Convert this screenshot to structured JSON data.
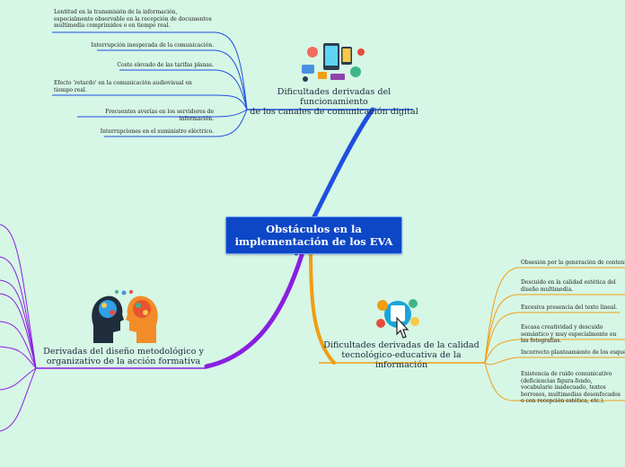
{
  "central": {
    "line1": "Obstáculos en la",
    "line2": "implementación de los EVA"
  },
  "branches": {
    "top_right": {
      "title_line1": "Dificultades derivadas del funcionamiento",
      "title_line2": "de los canales de comunicación digital",
      "color": "#1e4fe0",
      "leaves": [
        "Lentitud en la transmisión de la información, especialmente observable en la recepción de documentos multimedia comprimidos o en tiempo real.",
        "Interrupción inesperada de la comunicación.",
        "Coste elevado de las tarifas planas.",
        "Efecto 'retardo' en la comunicación audiovisual en tiempo real.",
        "Frecuentes averías en los servidores de información.",
        "Interrupciones en el suministro eléctrico."
      ]
    },
    "bottom_right": {
      "title_line1": "Dificultades derivadas de la calidad",
      "title_line2": "tecnológico-educativa de la información",
      "color": "#f29d12",
      "leaves": [
        "Obsesión por la generación de contenido",
        "Descuido en la calidad estética del diseño multimedia.",
        "Excesiva presencia del texto lineal.",
        "Escasa creatividad y descuido semántico y muy especialmente en las fotografías.",
        "Incorrecto planteamiento de los esquemas",
        "Existencia de ruido comunicativo (deficiencias figura-fondo, vocabulario inadecuado, textos borrosos, multimedias desenfocados o con recepción estética, etc.)."
      ]
    },
    "bottom_left": {
      "title_line1": "Derivadas del diseño metodológico y",
      "title_line2": "organizativo de la acción formativa",
      "color": "#8a1fe0"
    }
  },
  "icons": {
    "top_right": "digital-channels-icon",
    "bottom_right": "touch-screen-icon",
    "bottom_left": "brain-heads-icon"
  }
}
